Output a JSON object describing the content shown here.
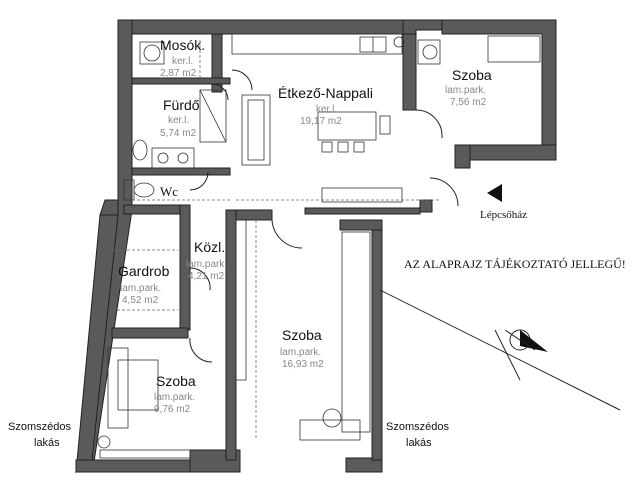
{
  "rooms": {
    "mosok": {
      "name": "Mosók.",
      "floor": "ker.l.",
      "area": "2,87 m2"
    },
    "furdo": {
      "name": "Fürdő",
      "floor": "ker.l.",
      "area": "5,74 m2"
    },
    "wc": {
      "name": "Wc"
    },
    "nappali": {
      "name": "Étkező-Nappali",
      "floor": "ker.l.",
      "area": "19,17 m2"
    },
    "szoba_ne": {
      "name": "Szoba",
      "floor": "lam.park.",
      "area": "7,56 m2"
    },
    "kozl": {
      "name": "Közl.",
      "floor": "lam.park.",
      "area": "4,21 m2"
    },
    "gardrob": {
      "name": "Gardrob",
      "floor": "lam.park.",
      "area": "4,52 m2"
    },
    "szoba_c": {
      "name": "Szoba",
      "floor": "lam.park.",
      "area": "16,93 m2"
    },
    "szoba_sw": {
      "name": "Szoba",
      "floor": "lam.park.",
      "area": "9,76 m2"
    }
  },
  "labels": {
    "stairs": "Lépcsőház",
    "neighbor_left_1": "Szomszédos",
    "neighbor_left_2": "lakás",
    "neighbor_right_1": "Szomszédos",
    "neighbor_right_2": "lakás",
    "disclaimer": "AZ ALAPRAJZ TÁJÉKOZTATÓ JELLEGŰ!"
  },
  "icons": {
    "entrance_arrow": "triangle-left-icon",
    "north": "compass-icon"
  },
  "colors": {
    "wall": "#5a5a5a",
    "line": "#222222",
    "subtext": "#888888"
  }
}
